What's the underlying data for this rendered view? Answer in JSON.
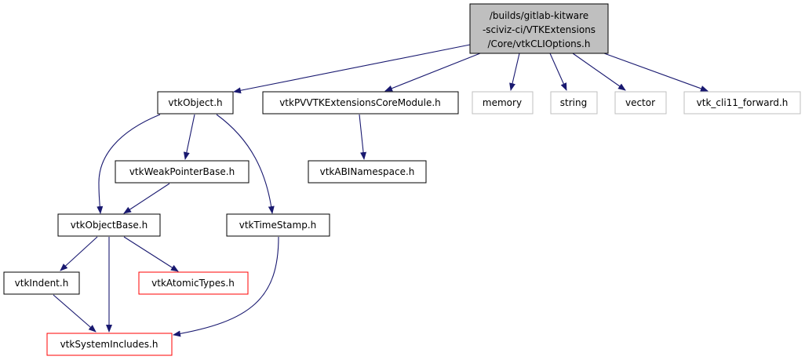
{
  "colors": {
    "edge": "#191970",
    "root_fill": "#bfbfbf",
    "node_border": "#000000",
    "external_border": "#bfbfbf",
    "incomplete_border": "#ff0000"
  },
  "nodes": {
    "root": {
      "lines": [
        "/builds/gitlab-kitware",
        "-sciviz-ci/VTKExtensions",
        "/Core/vtkCLIOptions.h"
      ]
    },
    "vtkObject": {
      "label": "vtkObject.h"
    },
    "pvvtk": {
      "label": "vtkPVVTKExtensionsCoreModule.h"
    },
    "memory": {
      "label": "memory"
    },
    "string": {
      "label": "string"
    },
    "vector": {
      "label": "vector"
    },
    "cli11": {
      "label": "vtk_cli11_forward.h"
    },
    "weak": {
      "label": "vtkWeakPointerBase.h"
    },
    "abi": {
      "label": "vtkABINamespace.h"
    },
    "objectBase": {
      "label": "vtkObjectBase.h"
    },
    "timeStamp": {
      "label": "vtkTimeStamp.h"
    },
    "indent": {
      "label": "vtkIndent.h"
    },
    "atomic": {
      "label": "vtkAtomicTypes.h"
    },
    "sysIncludes": {
      "label": "vtkSystemIncludes.h"
    }
  },
  "edges": [
    [
      "root",
      "vtkObject"
    ],
    [
      "root",
      "pvvtk"
    ],
    [
      "root",
      "memory"
    ],
    [
      "root",
      "string"
    ],
    [
      "root",
      "vector"
    ],
    [
      "root",
      "cli11"
    ],
    [
      "vtkObject",
      "objectBase"
    ],
    [
      "vtkObject",
      "weak"
    ],
    [
      "vtkObject",
      "timeStamp"
    ],
    [
      "pvvtk",
      "abi"
    ],
    [
      "weak",
      "objectBase"
    ],
    [
      "objectBase",
      "indent"
    ],
    [
      "objectBase",
      "sysIncludes"
    ],
    [
      "objectBase",
      "atomic"
    ],
    [
      "indent",
      "sysIncludes"
    ],
    [
      "timeStamp",
      "sysIncludes"
    ]
  ]
}
